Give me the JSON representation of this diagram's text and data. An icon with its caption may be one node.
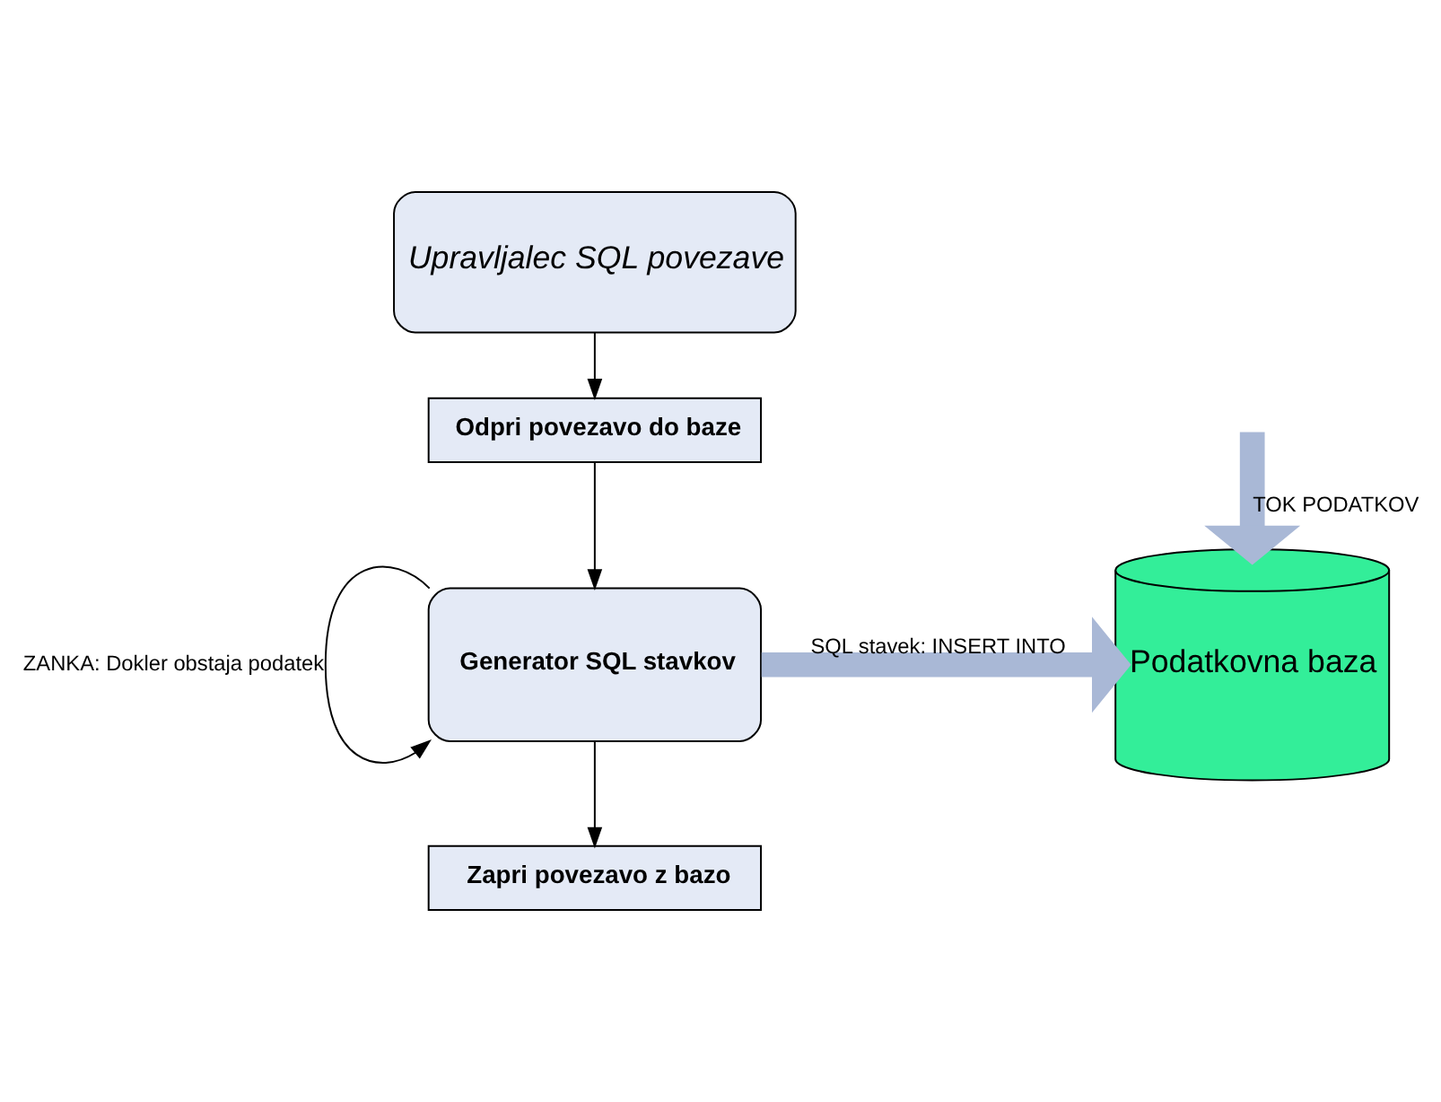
{
  "diagram": {
    "nodes": [
      {
        "text": [
          "Upravljalec SQL povezave"
        ]
      },
      {
        "text": [
          "Odpri povezavo do baze"
        ]
      },
      {
        "text": [
          "Generator SQL stavkov"
        ]
      },
      {
        "text": [
          "Zapri povezavo z bazo"
        ]
      },
      {
        "text": [
          "Podatkovna baza"
        ]
      }
    ],
    "edges": [
      {
        "from": 0,
        "to": 1,
        "arrow": "to"
      },
      {
        "from": 1,
        "to": 2,
        "arrow": "to"
      },
      {
        "from": 2,
        "to": 3,
        "arrow": "to"
      },
      {
        "from": 2,
        "to": 2,
        "arrow": "to",
        "label": "ZANKA: Dokler obstaja podatek"
      },
      {
        "from": 2,
        "to": 4,
        "arrow": "to",
        "label": "SQL stavek: INSERT INTO",
        "style": "thick",
        "color": "#a9b8d6"
      },
      {
        "from": null,
        "to": 4,
        "arrow": "to",
        "label": "TOK PODATKOV",
        "style": "thick",
        "color": "#a9b8d6"
      }
    ]
  }
}
